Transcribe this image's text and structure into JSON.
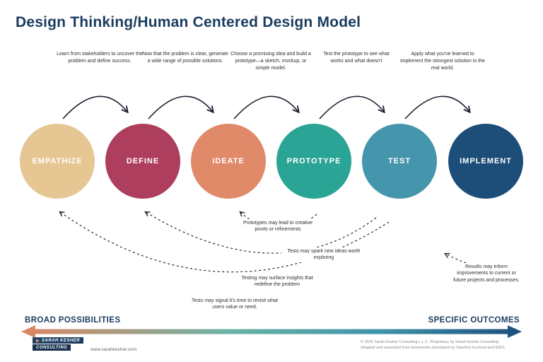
{
  "title": "Design Thinking/Human Centered Design Model",
  "stages": [
    {
      "label": "EMPATHIZE",
      "color": "#e6c693"
    },
    {
      "label": "DEFINE",
      "color": "#ad3e5e"
    },
    {
      "label": "IDEATE",
      "color": "#e08a6a"
    },
    {
      "label": "PROTOTYPE",
      "color": "#2aa494"
    },
    {
      "label": "TEST",
      "color": "#4595ad"
    },
    {
      "label": "IMPLEMENT",
      "color": "#1d4e7a"
    }
  ],
  "transitions": [
    {
      "text": "Learn from stakeholders to uncover the problem and define success."
    },
    {
      "text": "Now that the problem is clear, generate a wide range of possible solutions."
    },
    {
      "text": "Choose a promising idea and build a prototype—a sketch, mockup, or simple model."
    },
    {
      "text": "Test the prototype to see what works and what doesn't"
    },
    {
      "text": "Apply what you've learned to implement the strongest solution in the real world."
    }
  ],
  "feedback_notes": [
    {
      "text": "Prototypes may lead to creative pivots or refinements"
    },
    {
      "text": "Tests may spark new ideas worth exploring"
    },
    {
      "text": "Testing may surface insights that redefine the problem"
    },
    {
      "text": "Tests may signal it's time to revisit what users value or need."
    },
    {
      "text": "Results may inform improvements to current or future projects and processes."
    }
  ],
  "axis": {
    "left_label": "BROAD POSSIBILITIES",
    "right_label": "SPECIFIC OUTCOMES"
  },
  "footer": {
    "logo_line1": "SARAH KESHER",
    "logo_line2": "CONSULTING",
    "website": "www.sarahkesher.com",
    "copyright_line1": "© 2025 Sarah Kesher Consulting L.L.C. Proprietary by Sarah Kesher Consulting.",
    "copyright_line2": "Adapted and expanded from frameworks developed by Stanford d.school and IDEO."
  },
  "colors": {
    "title": "#1b3c5f",
    "arrow": "#1f2230",
    "gradient_start": "#dd8560",
    "gradient_mid1": "#6ab3a5",
    "gradient_mid2": "#3f93ab",
    "gradient_end": "#1d4e7a"
  }
}
